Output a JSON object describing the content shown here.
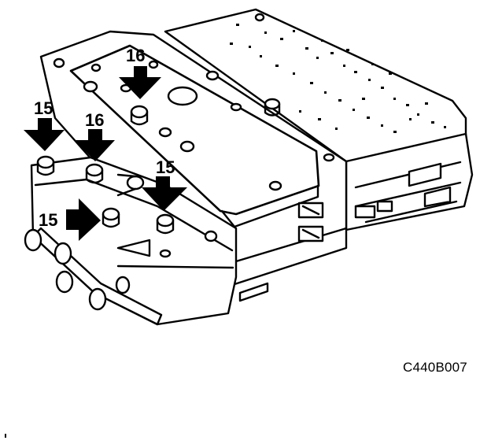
{
  "diagram": {
    "callouts": {
      "top_16": "16",
      "left_15": "15",
      "mid_16": "16",
      "right_15": "15",
      "lower_15": "15"
    },
    "figure_id": "C440B007"
  },
  "colors": {
    "ink": "#000000",
    "paper": "#ffffff"
  },
  "icons": {
    "arrow": "arrow-icon",
    "bolt": "bolt-icon"
  }
}
